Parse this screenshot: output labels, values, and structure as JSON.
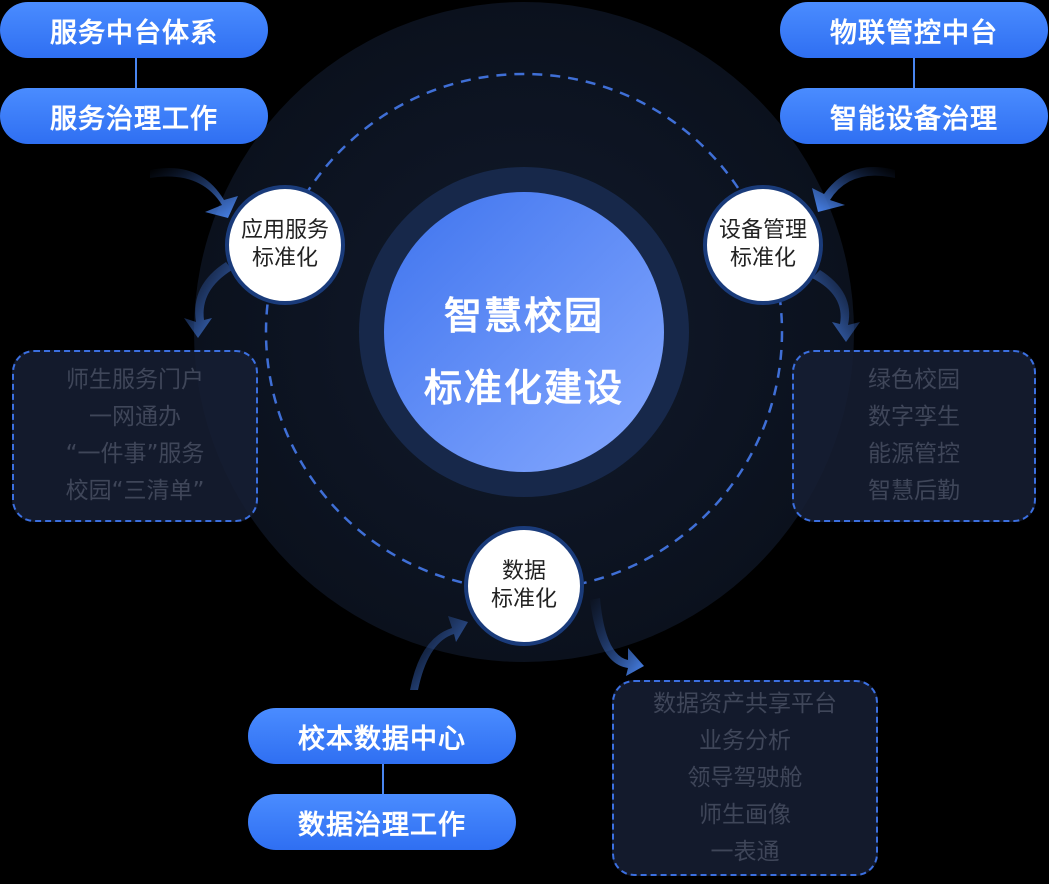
{
  "center": {
    "line1": "智慧校园",
    "line2": "标准化建设"
  },
  "nodes": {
    "app": {
      "line1": "应用服务",
      "line2": "标准化"
    },
    "device": {
      "line1": "设备管理",
      "line2": "标准化"
    },
    "data": {
      "line1": "数据",
      "line2": "标准化"
    }
  },
  "pills": {
    "service_platform": "服务中台体系",
    "service_governance": "服务治理工作",
    "iot_platform": "物联管控中台",
    "device_governance": "智能设备治理",
    "data_center": "校本数据中心",
    "data_governance": "数据治理工作"
  },
  "boxes": {
    "app_items": [
      "师生服务门户",
      "一网通办",
      "“一件事”服务",
      "校园“三清单”"
    ],
    "device_items": [
      "绿色校园",
      "数字孪生",
      "能源管控",
      "智慧后勤"
    ],
    "data_items": [
      "数据资产共享平台",
      "业务分析",
      "领导驾驶舱",
      "师生画像",
      "一表通"
    ]
  },
  "colors": {
    "pill_blue": "#3a7cf5",
    "node_border": "#1a3b7a",
    "dashed_border": "#3b6fe0",
    "center_gradient_start": "#4a7df2",
    "center_gradient_end": "#7aa2ff"
  }
}
